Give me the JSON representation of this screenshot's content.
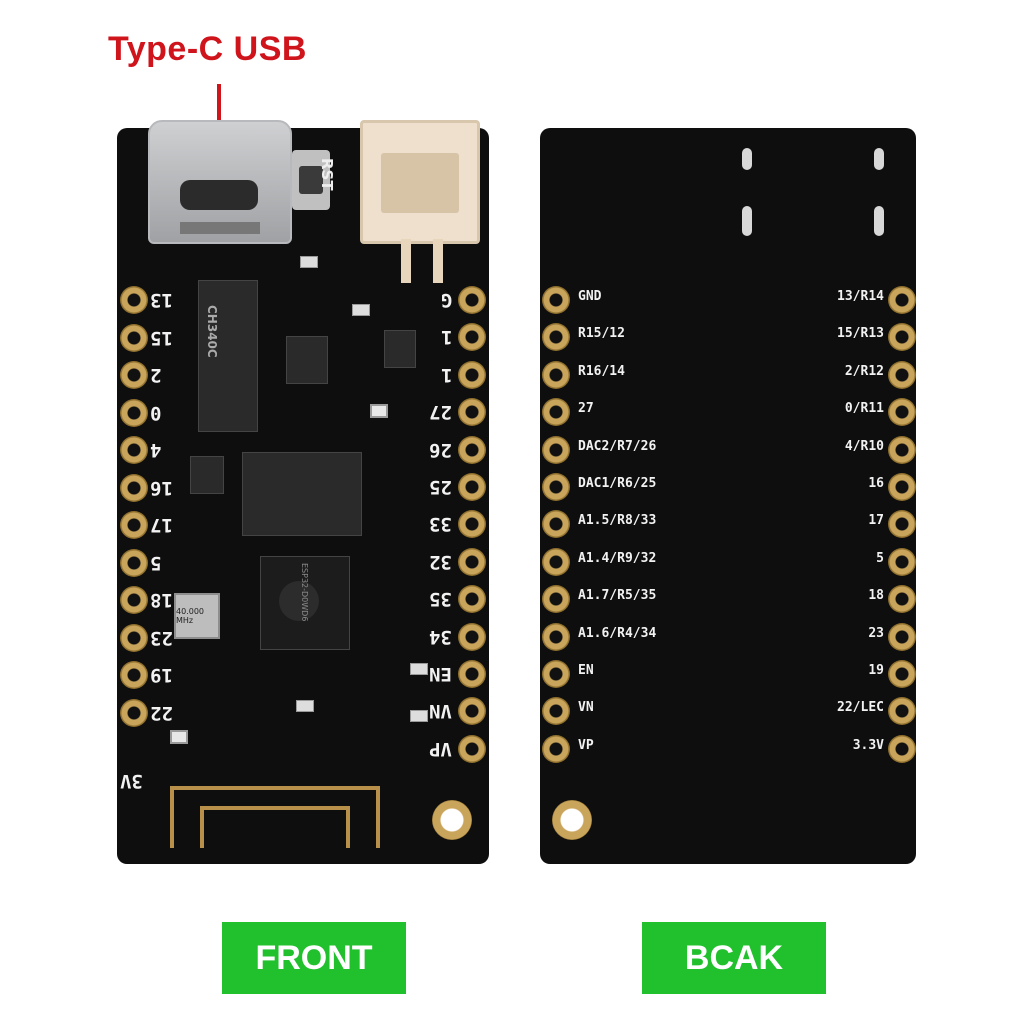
{
  "callout": {
    "label": "Type-C USB"
  },
  "badges": {
    "front": "FRONT",
    "back": "BCAK"
  },
  "colors": {
    "callout": "#d0141c",
    "badge": "#21c12e",
    "pcb": "#0e0e0e",
    "gold": "#c9a45b"
  },
  "front": {
    "rst_label": "RST",
    "left_pins": [
      "13",
      "15",
      "2",
      "0",
      "4",
      "16",
      "17",
      "5",
      "18",
      "23",
      "19",
      "22"
    ],
    "right_pins": [
      "G",
      "1",
      "1",
      "27",
      "26",
      "25",
      "33",
      "32",
      "35",
      "34",
      "EN",
      "VN",
      "VP"
    ],
    "bottom_label": "3V",
    "chip_ch340": "CH340C",
    "chip_esp": "ESP32-D0WD6",
    "crystal": "40.000 MHz"
  },
  "back": {
    "left_labels": [
      "GND",
      "R15/12",
      "R16/14",
      "27",
      "DAC2/R7/26",
      "DAC1/R6/25",
      "A1.5/R8/33",
      "A1.4/R9/32",
      "A1.7/R5/35",
      "A1.6/R4/34",
      "EN",
      "VN",
      "VP"
    ],
    "right_labels": [
      "13/R14",
      "15/R13",
      "2/R12",
      "0/R11",
      "4/R10",
      "16",
      "17",
      "5",
      "18",
      "23",
      "19",
      "22/LEC",
      "3.3V"
    ]
  }
}
